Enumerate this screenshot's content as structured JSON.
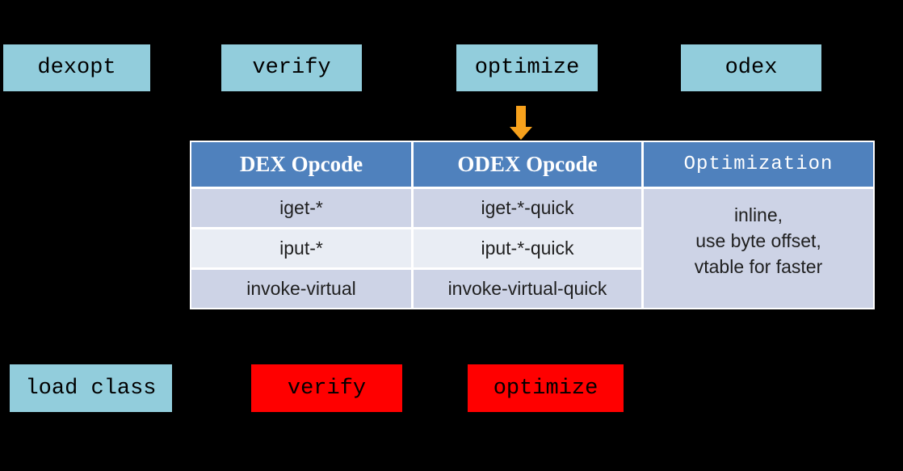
{
  "colors": {
    "background": "#000000",
    "box_blue": "#92CDDC",
    "box_red": "#FF0000",
    "arrow_orange": "#F7A11C",
    "table_header_blue": "#4F81BD",
    "table_row_dark": "#CDD3E6",
    "table_row_light": "#E9EDF4",
    "table_border": "#FFFFFF",
    "header_text": "#FFFFFF",
    "body_text": "#1F1F1F"
  },
  "top_boxes": [
    {
      "label": "dexopt"
    },
    {
      "label": "verify"
    },
    {
      "label": "optimize"
    },
    {
      "label": "odex"
    }
  ],
  "arrow": {
    "name": "down-arrow",
    "color": "#F7A11C"
  },
  "table": {
    "headers": [
      {
        "label": "DEX Opcode"
      },
      {
        "label": "ODEX Opcode"
      },
      {
        "label": "Optimization"
      }
    ],
    "rows": [
      {
        "dex": "iget-*",
        "odex": "iget-*-quick"
      },
      {
        "dex": "iput-*",
        "odex": "iput-*-quick"
      },
      {
        "dex": "invoke-virtual",
        "odex": "invoke-virtual-quick"
      }
    ],
    "optimization": {
      "lines": [
        "inline,",
        "use byte offset,",
        "vtable for faster"
      ]
    }
  },
  "bottom_boxes": [
    {
      "label": "load class",
      "variant": "blue"
    },
    {
      "label": "verify",
      "variant": "red"
    },
    {
      "label": "optimize",
      "variant": "red"
    }
  ]
}
